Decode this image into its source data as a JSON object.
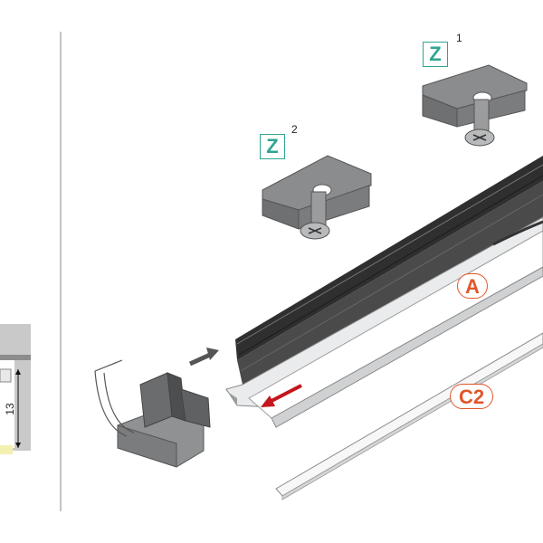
{
  "labels": {
    "clip_1": {
      "letter": "Z",
      "index": "1"
    },
    "clip_2": {
      "letter": "Z",
      "index": "2"
    },
    "diffuser_cover": "A",
    "inner_cover": "C2"
  },
  "dimension": {
    "value": "13"
  },
  "colors": {
    "clip_label": "#2fa58f",
    "part_label": "#e0562a",
    "arrow_red": "#c4161c",
    "arrow_grey": "#555555",
    "profile_dark": "#3a3a3a",
    "metal_grey": "#7d7f81"
  }
}
